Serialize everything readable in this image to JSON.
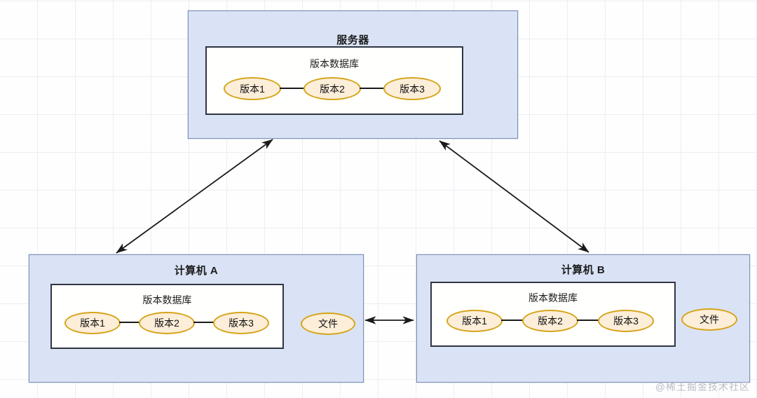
{
  "diagram": {
    "title_server": "服务器",
    "title_computer_a": "计算机 A",
    "title_computer_b": "计算机 B",
    "db_label": "版本数据库",
    "versions": [
      "版本1",
      "版本2",
      "版本3"
    ],
    "file_label": "文件",
    "watermark": "@稀土掘金技术社区",
    "colors": {
      "box_fill": "#dae3f5",
      "box_border": "#7d93b8",
      "db_fill": "#fffffd",
      "db_border": "#2f3542",
      "pill_fill": "#fdeed9",
      "pill_border": "#d6a419",
      "arrow": "#1a1a1a",
      "grid": "#eceef1"
    },
    "arrows": [
      {
        "name": "server-to-computer-a",
        "kind": "double-headed-diagonal"
      },
      {
        "name": "server-to-computer-b",
        "kind": "double-headed-diagonal"
      },
      {
        "name": "computer-a-to-computer-b",
        "kind": "double-headed-horizontal"
      },
      {
        "name": "db-a-to-file-a",
        "kind": "single-headed-horizontal"
      },
      {
        "name": "db-b-to-file-b",
        "kind": "single-headed-horizontal"
      }
    ]
  }
}
